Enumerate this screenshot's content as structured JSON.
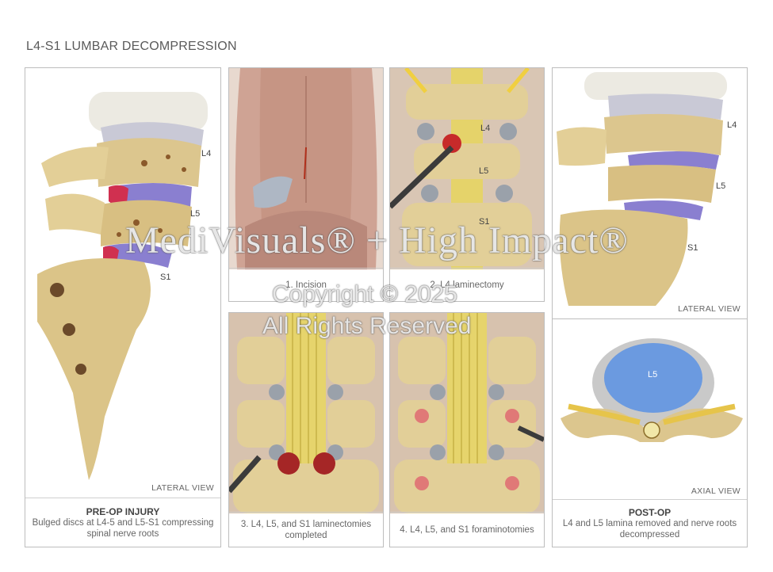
{
  "title": "L4-S1 LUMBAR DECOMPRESSION",
  "panels": {
    "preop": {
      "view_label": "LATERAL VIEW",
      "heading": "PRE-OP INJURY",
      "caption": "Bulged discs at L4-5 and L5-S1 compressing spinal nerve roots",
      "levels": {
        "l4": "L4",
        "l5": "L5",
        "s1": "S1"
      }
    },
    "step1": {
      "caption": "1. Incision"
    },
    "step2": {
      "caption": "2. L4 laminectomy",
      "levels": {
        "l4": "L4",
        "l5": "L5",
        "s1": "S1"
      }
    },
    "step3": {
      "caption": "3. L4, L5, and S1 laminectomies completed"
    },
    "step4": {
      "caption": "4. L4, L5, and S1 foraminotomies"
    },
    "postop_lateral": {
      "view_label": "LATERAL VIEW",
      "levels": {
        "l4": "L4",
        "l5": "L5",
        "s1": "S1"
      }
    },
    "postop_axial": {
      "view_label": "AXIAL VIEW",
      "heading": "POST-OP",
      "caption": "L4 and L5 lamina removed and nerve roots decompressed",
      "level": "L5"
    }
  },
  "watermark": {
    "brand": "MediVisuals® + High Impact®",
    "copyright": "Copyright © 2025",
    "rights": "All Rights Reserved"
  }
}
